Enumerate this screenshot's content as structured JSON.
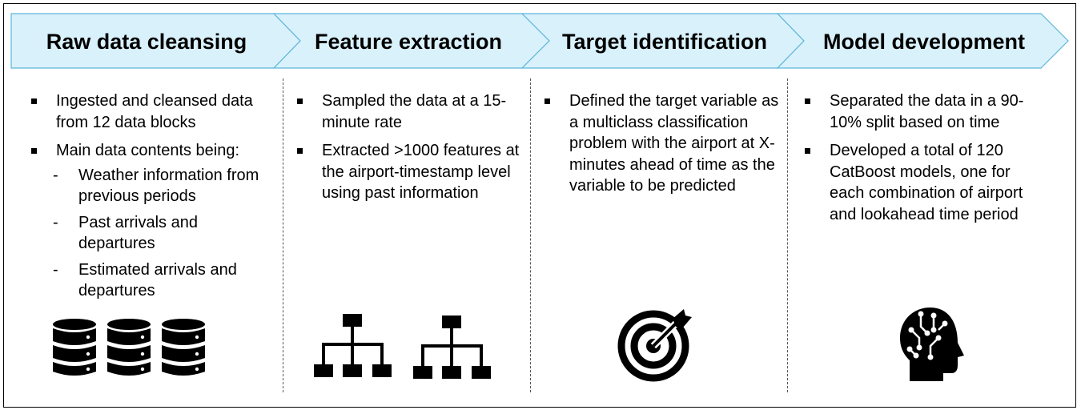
{
  "colors": {
    "chevron_fill": "#d9f1fb",
    "chevron_stroke": "#5eb6d9",
    "icon": "#000000"
  },
  "steps": [
    {
      "title": "Raw data cleansing",
      "bullets": [
        {
          "text": "Ingested and cleansed data from 12 data blocks"
        },
        {
          "text": "Main data contents being:",
          "sub": [
            "Weather information from previous periods",
            "Past arrivals and departures",
            "Estimated arrivals and departures"
          ]
        }
      ],
      "icon": "database-icon"
    },
    {
      "title": "Feature extraction",
      "bullets": [
        {
          "text": "Sampled the data at a 15-minute rate"
        },
        {
          "text": "Extracted >1000 features at the airport-timestamp level using past information"
        }
      ],
      "icon": "hierarchy-icon"
    },
    {
      "title": "Target identification",
      "bullets": [
        {
          "text": "Defined the target variable as a multiclass classification problem with the airport at X-minutes ahead of time as the variable to be predicted"
        }
      ],
      "icon": "target-icon"
    },
    {
      "title": "Model development",
      "bullets": [
        {
          "text": "Separated the data in a 90-10% split based on time"
        },
        {
          "text": "Developed a total of 120 CatBoost models, one for each combination of airport and lookahead time period"
        }
      ],
      "icon": "ai-head-icon"
    }
  ]
}
